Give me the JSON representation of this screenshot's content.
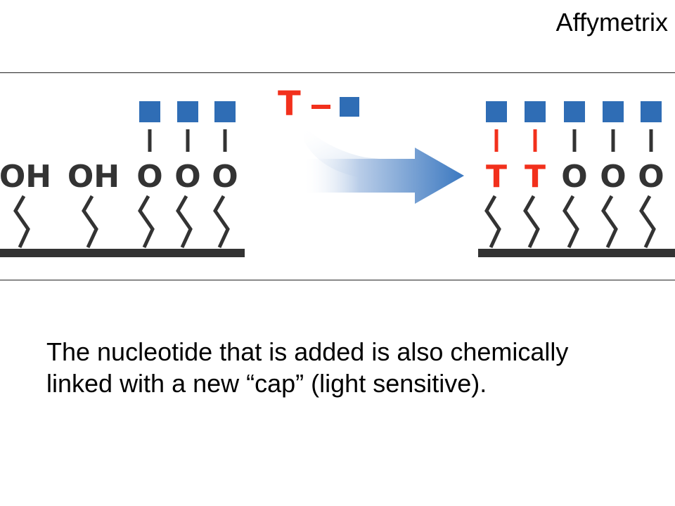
{
  "header": {
    "brand": "Affymetrix"
  },
  "figure": {
    "colors": {
      "cap": "#2f6db5",
      "nucleotide": "#f2301c",
      "ink": "#333333",
      "arrow": "#3b78c0"
    },
    "reagent": {
      "label": "T"
    },
    "before": {
      "sites": [
        {
          "group": "OH",
          "capped": false
        },
        {
          "group": "OH",
          "capped": false
        },
        {
          "group": "O",
          "capped": true
        },
        {
          "group": "O",
          "capped": true
        },
        {
          "group": "O",
          "capped": true
        }
      ]
    },
    "after": {
      "sites": [
        {
          "group": "T",
          "capped": true,
          "new": true
        },
        {
          "group": "T",
          "capped": true,
          "new": true
        },
        {
          "group": "O",
          "capped": true,
          "new": false
        },
        {
          "group": "O",
          "capped": true,
          "new": false
        },
        {
          "group": "O",
          "capped": true,
          "new": false
        }
      ]
    }
  },
  "caption": {
    "text": "The nucleotide that is added is also chemically linked with a new “cap” (light sensitive)."
  }
}
